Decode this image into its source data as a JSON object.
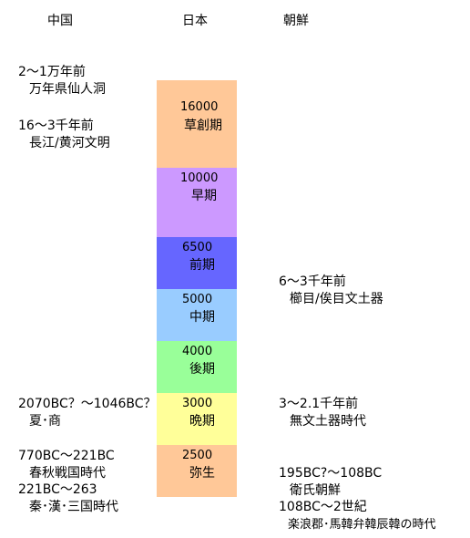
{
  "headers": {
    "china": "中国",
    "japan": "日本",
    "korea": "朝鮮"
  },
  "periods": [
    {
      "year": "16000",
      "name": "草創期",
      "color": "#ffc898"
    },
    {
      "year": "10000",
      "name": "早期",
      "color": "#cc99ff"
    },
    {
      "year": "6500",
      "name": "前期",
      "color": "#6666ff"
    },
    {
      "year": "5000",
      "name": "中期",
      "color": "#99ccff"
    },
    {
      "year": "4000",
      "name": "後期",
      "color": "#99ff99"
    },
    {
      "year": "3000",
      "name": "晩期",
      "color": "#ffff99"
    },
    {
      "year": "2500",
      "name": "弥生",
      "color": "#ffc898"
    }
  ],
  "china_notes": [
    {
      "line1": "2～1万年前",
      "line2": "万年県仙人洞"
    },
    {
      "line1": "16～3千年前",
      "line2": "長江/黄河文明"
    },
    {
      "line1": "2070BC？～1046BC？",
      "line2": "夏･商"
    },
    {
      "line1": "770BC～221BC",
      "line2": "春秋戦国時代"
    },
    {
      "line1": "221BC～263",
      "line2": "秦･漢･三国時代"
    }
  ],
  "korea_notes": [
    {
      "line1": "6～3千年前",
      "line2": "櫛目/俟目文土器"
    },
    {
      "line1": "3～2.1千年前",
      "line2": "無文土器時代"
    },
    {
      "line1": "195BC?～108BC",
      "line2": "衛氏朝鮮"
    },
    {
      "line1": "108BC～2世紀",
      "line2": "楽浪郡･馬韓弁韓辰韓の時代"
    }
  ]
}
